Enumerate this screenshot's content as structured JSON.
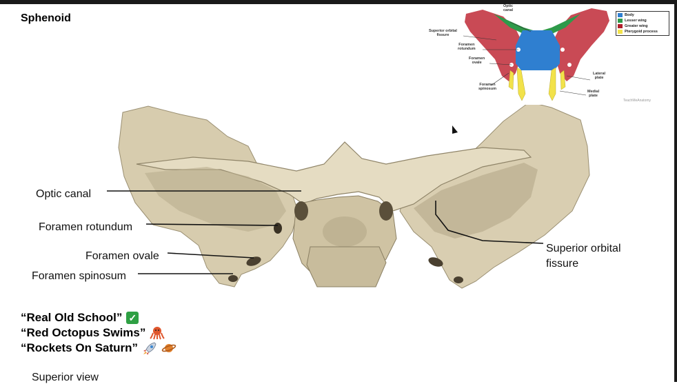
{
  "slide": {
    "title": "Sphenoid",
    "caption": "Superior view"
  },
  "labels": {
    "optic_canal": "Optic canal",
    "foramen_rotundum": "Foramen rotundum",
    "foramen_ovale": "Foramen ovale",
    "foramen_spinosum": "Foramen spinosum",
    "superior_orbital_fissure_line1": "Superior orbital",
    "superior_orbital_fissure_line2": "fissure"
  },
  "mnemonics": [
    {
      "text": "“Real Old School”",
      "icon": "check-mark-icon"
    },
    {
      "text": "“Red Octopus Swims”",
      "icon": "octopus-icon"
    },
    {
      "text": "“Rockets On Saturn”",
      "icon": "rocket-and-saturn-icon"
    }
  ],
  "inset": {
    "labels": {
      "optic_canal_l1": "Optic",
      "optic_canal_l2": "canal",
      "sof_l1": "Superior orbital",
      "sof_l2": "fissure",
      "rotundum_l1": "Foramen",
      "rotundum_l2": "rotundum",
      "ovale_l1": "Foramen",
      "ovale_l2": "ovale",
      "spinosum_l1": "Foramen",
      "spinosum_l2": "spinosum",
      "lateral_l1": "Lateral",
      "lateral_l2": "plate",
      "medial_l1": "Medial",
      "medial_l2": "plate"
    },
    "legend": [
      {
        "label": "Body",
        "color": "#2f7fd0"
      },
      {
        "label": "Lesser wing",
        "color": "#2e9a4a"
      },
      {
        "label": "Greater wing",
        "color": "#b01e2a"
      },
      {
        "label": "Pterygoid process",
        "color": "#f2e24a"
      }
    ],
    "watermark": "TeachMeAnatomy"
  },
  "colors": {
    "bone": "#d8cdb0",
    "bone_shadow": "#8f8468",
    "body": "#2f7fd0",
    "lesser_wing": "#2e9a4a",
    "greater_wing": "#c94a55",
    "pterygoid": "#f2e24a"
  }
}
